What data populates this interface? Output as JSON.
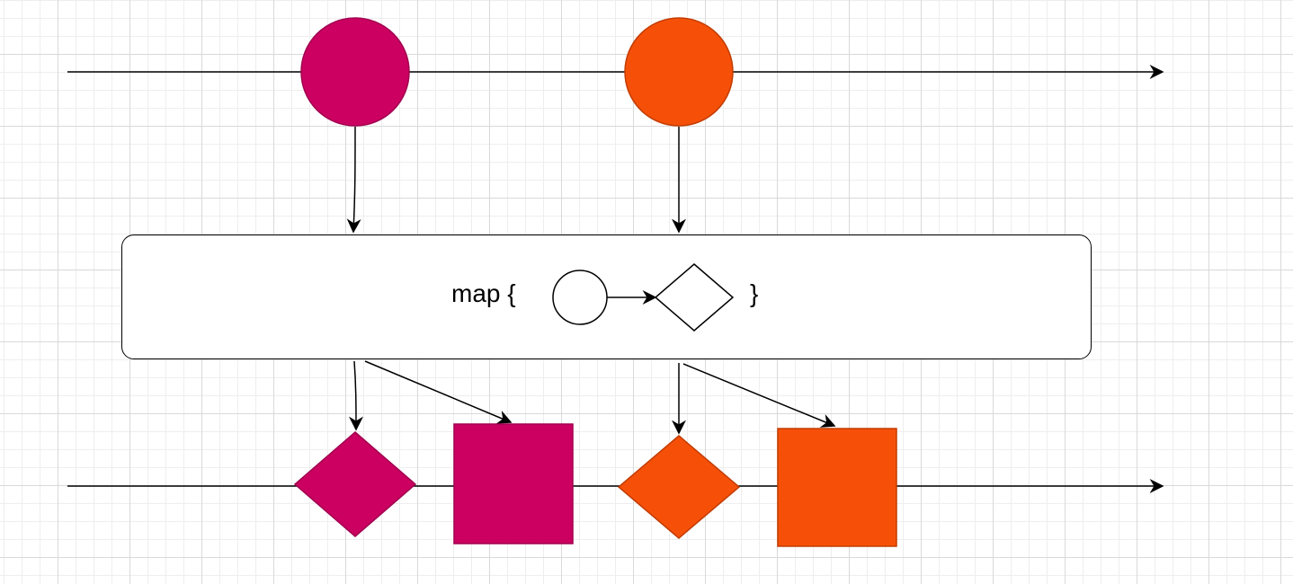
{
  "operator": {
    "label": "map {",
    "closing_brace": "}"
  },
  "colors": {
    "crimson": "#cc0060",
    "crimson_stroke": "#a10050",
    "orange": "#f65008",
    "orange_stroke": "#c23c00",
    "line": "#000000",
    "grid_major": "#d9d9d9",
    "grid_minor": "#eeeeee"
  },
  "input_stream": {
    "items": [
      {
        "shape": "circle",
        "color": "crimson"
      },
      {
        "shape": "circle",
        "color": "orange"
      }
    ]
  },
  "output_stream": {
    "items": [
      {
        "shape": "diamond",
        "color": "crimson"
      },
      {
        "shape": "square",
        "color": "crimson"
      },
      {
        "shape": "diamond",
        "color": "orange"
      },
      {
        "shape": "square",
        "color": "orange"
      }
    ]
  },
  "mapping_hint": {
    "from_shape": "circle",
    "to_shape": "diamond"
  }
}
